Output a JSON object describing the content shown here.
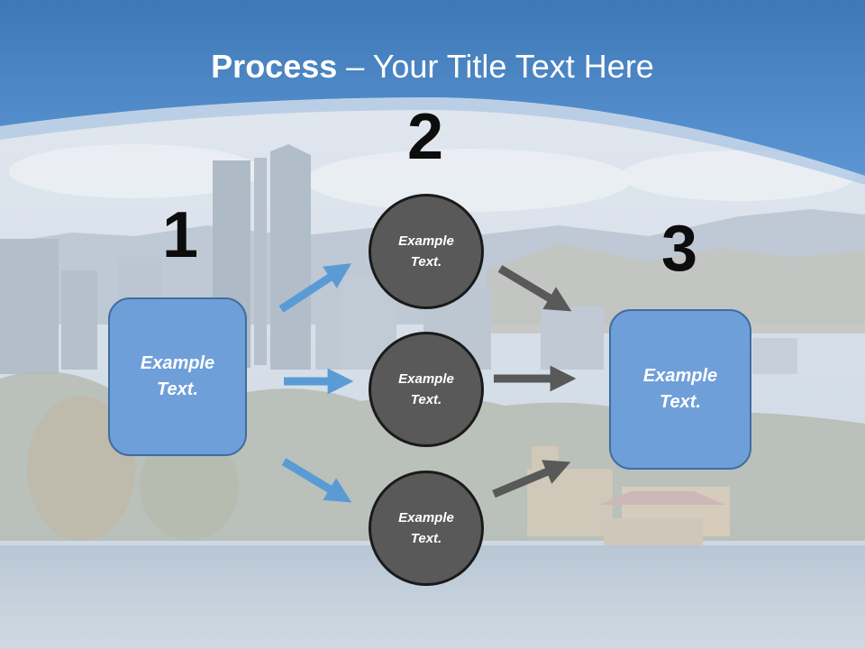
{
  "title": {
    "bold": "Process",
    "rest": " – Your Title Text Here"
  },
  "steps": [
    {
      "number": "1",
      "label": "Example Text."
    },
    {
      "number": "2",
      "labels": [
        "Example Text.",
        "Example Text.",
        "Example Text."
      ]
    },
    {
      "number": "3",
      "label": "Example Text."
    }
  ],
  "colors": {
    "header_blue": "#4a86c8",
    "box_blue": "#6f9fd8",
    "circle_gray": "#595959",
    "arrow_blue": "#5b9bd5",
    "arrow_gray": "#595959"
  }
}
